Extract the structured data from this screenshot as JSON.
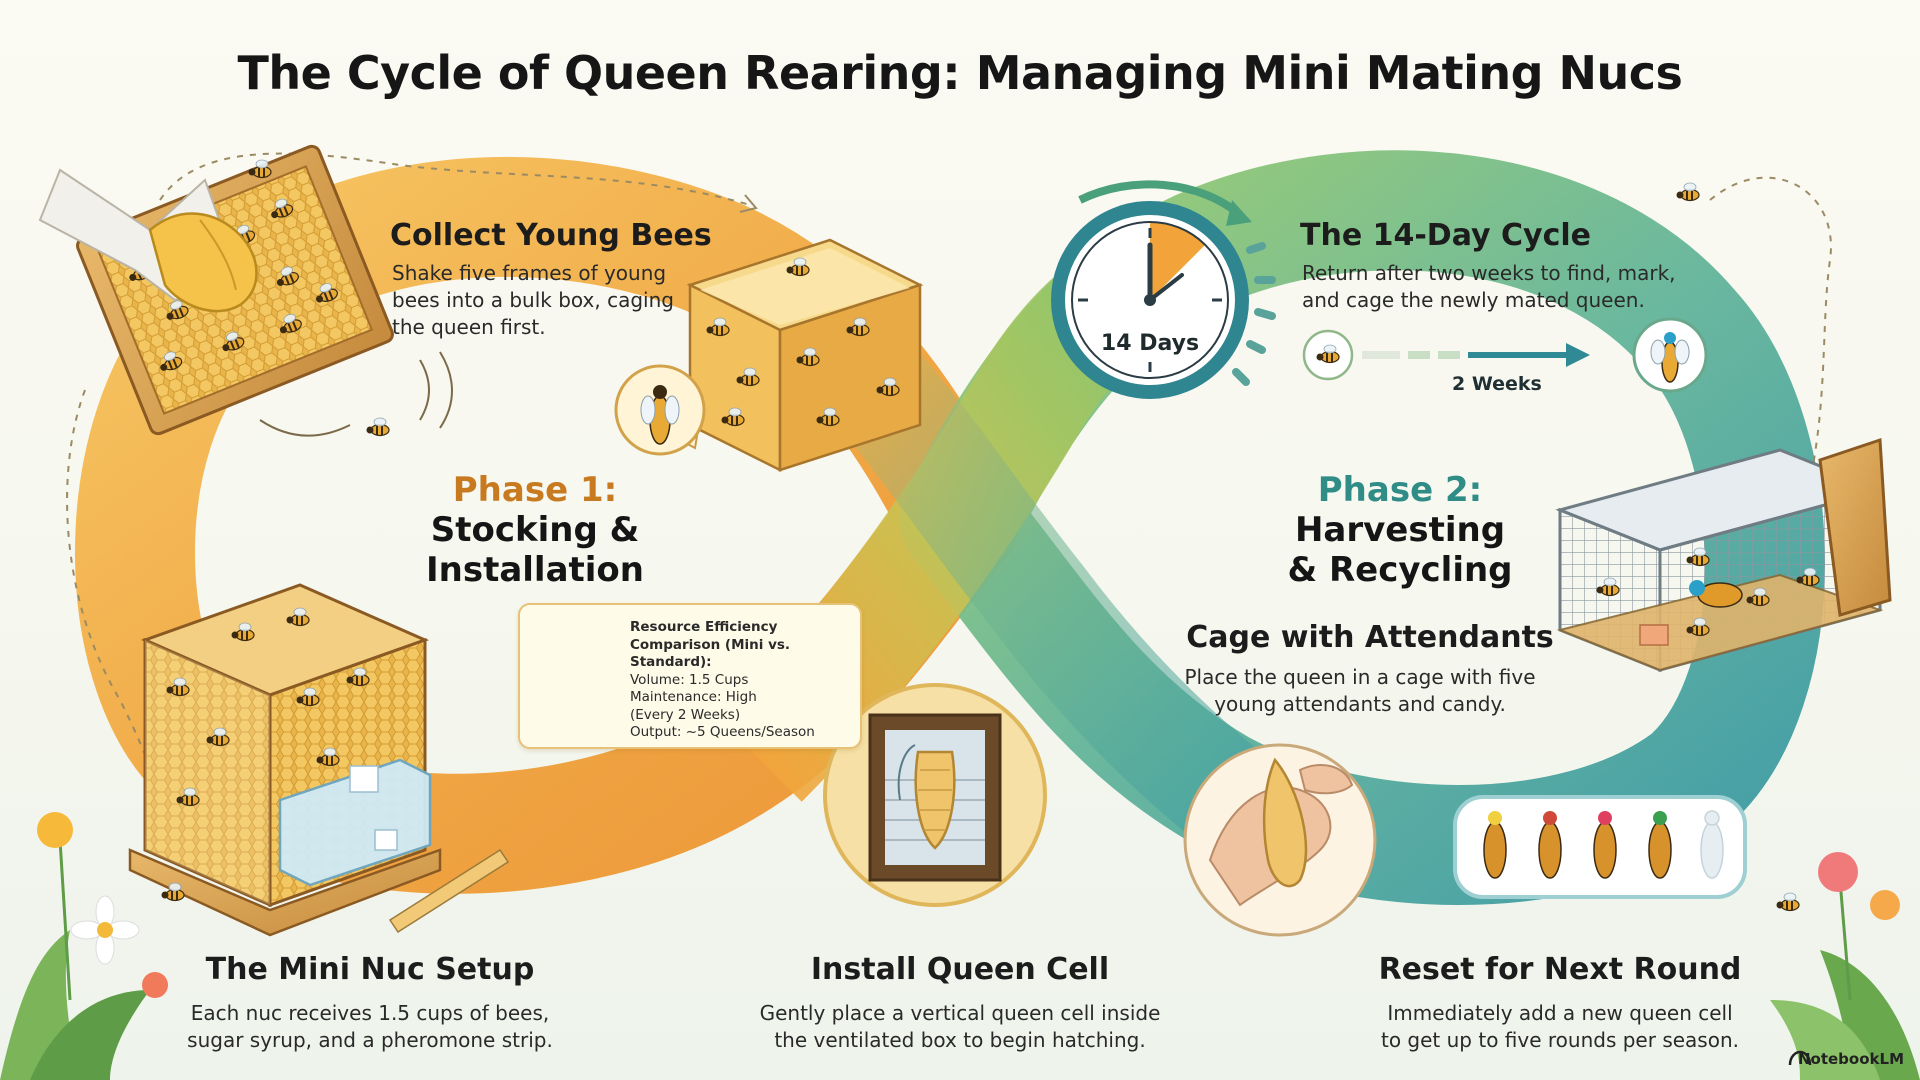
{
  "title": "The Cycle of Queen Rearing: Managing Mini Mating Nucs",
  "phase1": {
    "label": "Phase 1:",
    "title_line1": "Stocking &",
    "title_line2": "Installation",
    "color": "#c77a1f"
  },
  "phase2": {
    "label": "Phase 2:",
    "title_line1": "Harvesting",
    "title_line2": "& Recycling",
    "color": "#2f8c86"
  },
  "steps": {
    "collect": {
      "heading": "Collect Young Bees",
      "lines": [
        "Shake five frames of young",
        "bees into a bulk box, caging",
        "the queen first."
      ]
    },
    "setup": {
      "heading": "The Mini Nuc Setup",
      "lines": [
        "Each nuc receives 1.5 cups of bees,",
        "sugar syrup, and a pheromone strip."
      ]
    },
    "install": {
      "heading": "Install Queen Cell",
      "lines": [
        "Gently place a vertical queen cell inside",
        "the ventilated box to begin hatching."
      ]
    },
    "cycle": {
      "heading": "The 14-Day Cycle",
      "lines": [
        "Return after two weeks to find, mark,",
        "and cage the newly mated queen."
      ]
    },
    "cage": {
      "heading": "Cage with Attendants",
      "lines": [
        "Place the queen in a cage with five",
        "young attendants and candy."
      ]
    },
    "reset": {
      "heading": "Reset for Next Round",
      "lines": [
        "Immediately add a new queen cell",
        "to get up to five rounds per season."
      ]
    }
  },
  "comparison": {
    "heading_line1": "Resource Efficiency",
    "heading_line2": "Comparison (Mini vs. Standard):",
    "lines": [
      "Volume: 1.5 Cups",
      "Maintenance: High",
      "(Every 2 Weeks)",
      "Output: ~5 Queens/Season"
    ]
  },
  "clock": {
    "label": "14 Days"
  },
  "timeline": {
    "label": "2 Weeks"
  },
  "brand": "NotebookLM",
  "colors": {
    "orange_loop": "#f1a43a",
    "green_loop": "#8cc66a",
    "teal_loop": "#3f9fa0",
    "accent_text": "#c77a1f",
    "teal_text": "#2f8c86"
  },
  "icons": [
    "hand-glove-icon",
    "bee-frame-icon",
    "bee-box-icon",
    "queen-bee-icon",
    "mini-nuc-icon",
    "queen-cell-icon",
    "clock-icon",
    "wire-cage-icon",
    "marked-queens-icon",
    "flower-icon",
    "bee-icon",
    "notebooklm-logo-icon"
  ]
}
